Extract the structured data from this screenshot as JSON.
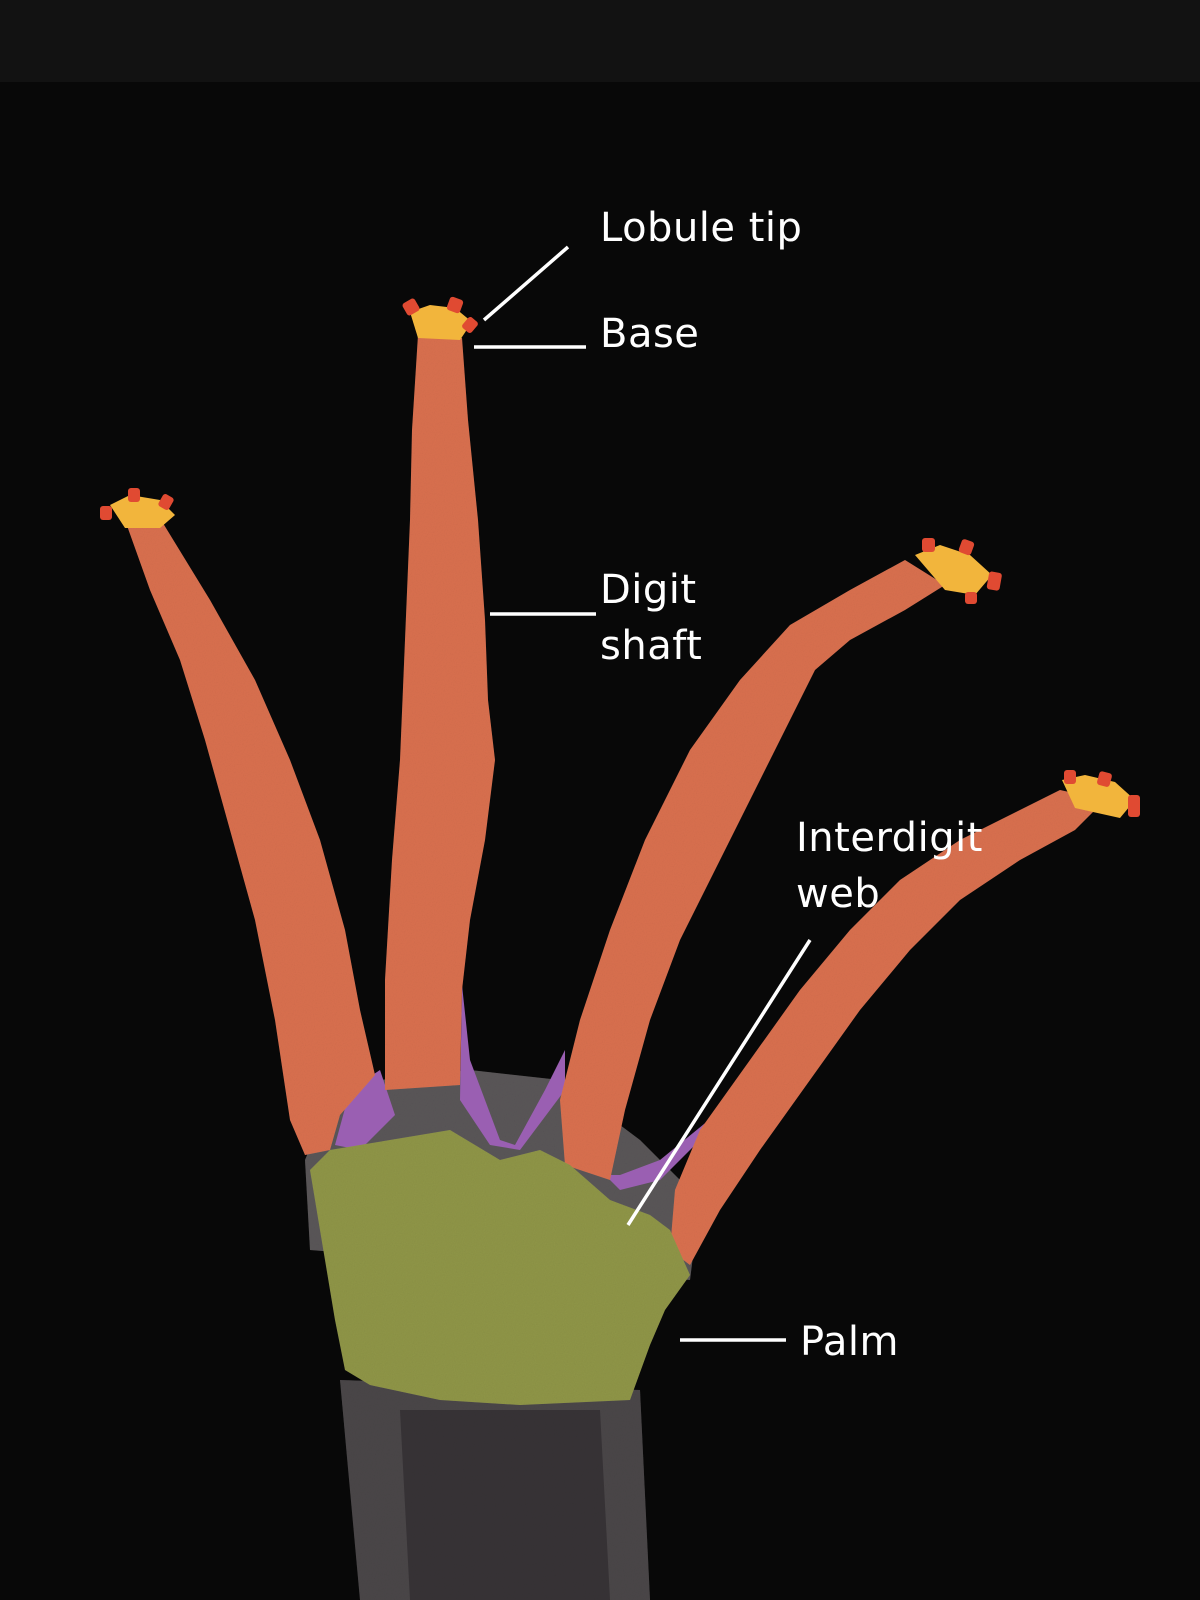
{
  "labels": {
    "lobule_tip": "Lobule tip",
    "base": "Base",
    "digit_shaft": "Digit\nshaft",
    "interdigit_web": "Interdigit\nweb",
    "palm": "Palm"
  },
  "colors": {
    "background": "#080808",
    "digit_shaft": "#d9704f",
    "lobule_base": "#f2b53c",
    "lobule_tip": "#e04a32",
    "interdigit_web": "#9a5fb2",
    "palm": "#8f9547",
    "stalk": "#4a4648",
    "label_text": "#ffffff"
  }
}
